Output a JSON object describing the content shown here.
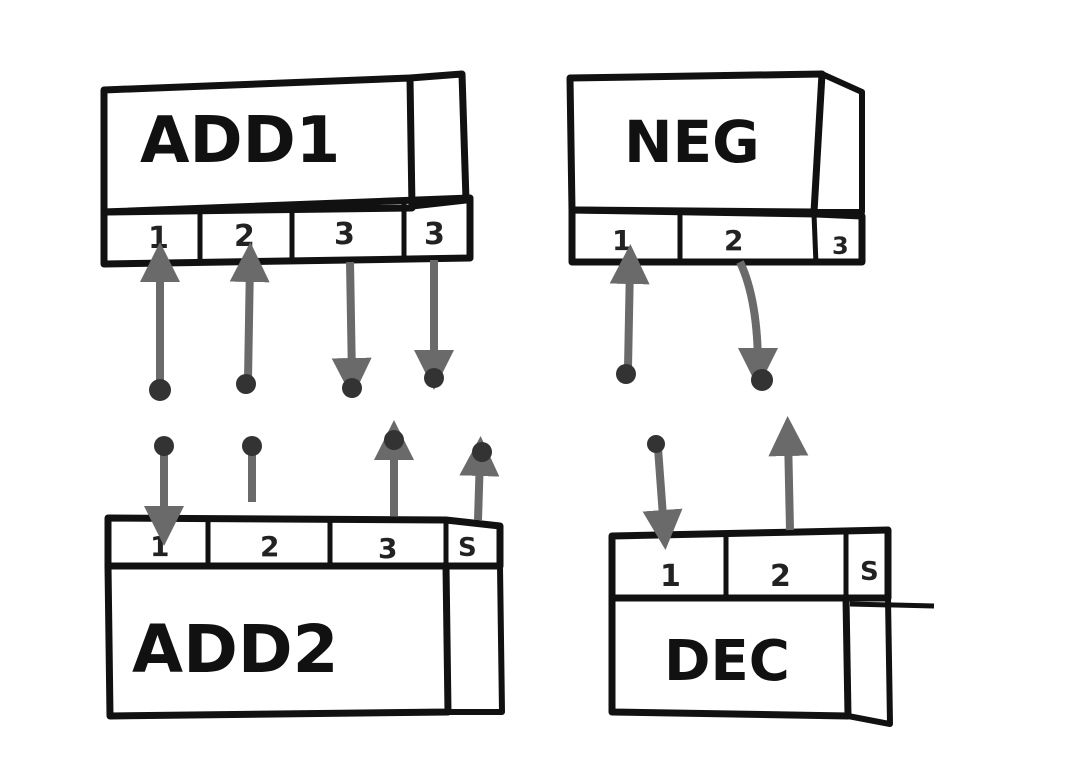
{
  "diagram": {
    "colors": {
      "ink": "#111111",
      "arrow": "#6a6a6a",
      "background": "#ffffff"
    },
    "blocks": [
      {
        "id": "add1",
        "label": "ADD1",
        "ports": [
          "1",
          "2",
          "3",
          "3"
        ],
        "port_directions": [
          "in",
          "in",
          "out",
          "out"
        ]
      },
      {
        "id": "neg",
        "label": "NEG",
        "ports": [
          "1",
          "2",
          "3"
        ],
        "port_directions": [
          "in",
          "out",
          "none"
        ]
      },
      {
        "id": "add2",
        "label": "ADD2",
        "ports": [
          "1",
          "2",
          "3",
          "S"
        ],
        "port_directions": [
          "in",
          "none",
          "out",
          "out"
        ]
      },
      {
        "id": "dec",
        "label": "DEC",
        "ports": [
          "1",
          "2",
          "S"
        ],
        "port_directions": [
          "in",
          "out",
          "none"
        ]
      }
    ]
  }
}
